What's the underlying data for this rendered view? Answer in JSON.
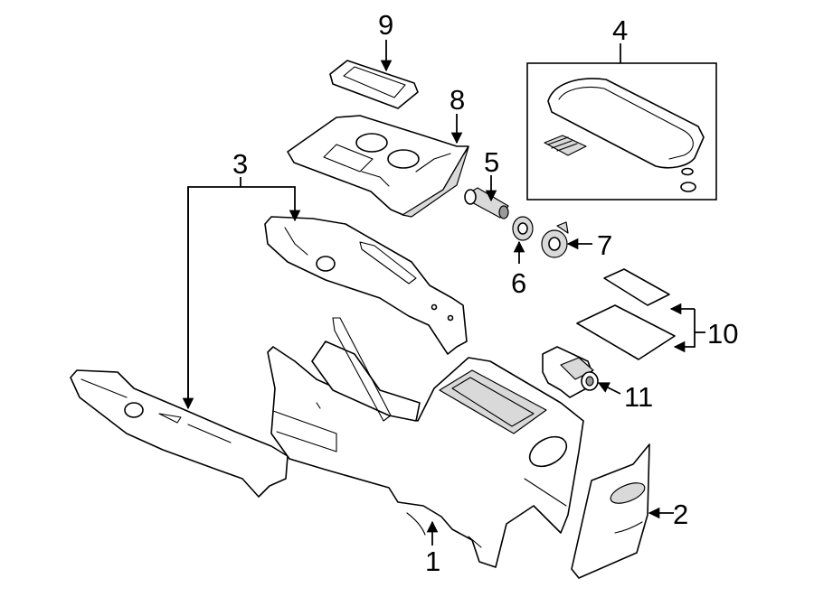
{
  "callouts": {
    "c1": "1",
    "c2": "2",
    "c3": "3",
    "c4": "4",
    "c5": "5",
    "c6": "6",
    "c7": "7",
    "c8": "8",
    "c9": "9",
    "c10": "10",
    "c11": "11"
  },
  "colors": {
    "line": "#000000",
    "background": "#ffffff",
    "shading": "#d9d9d9"
  }
}
